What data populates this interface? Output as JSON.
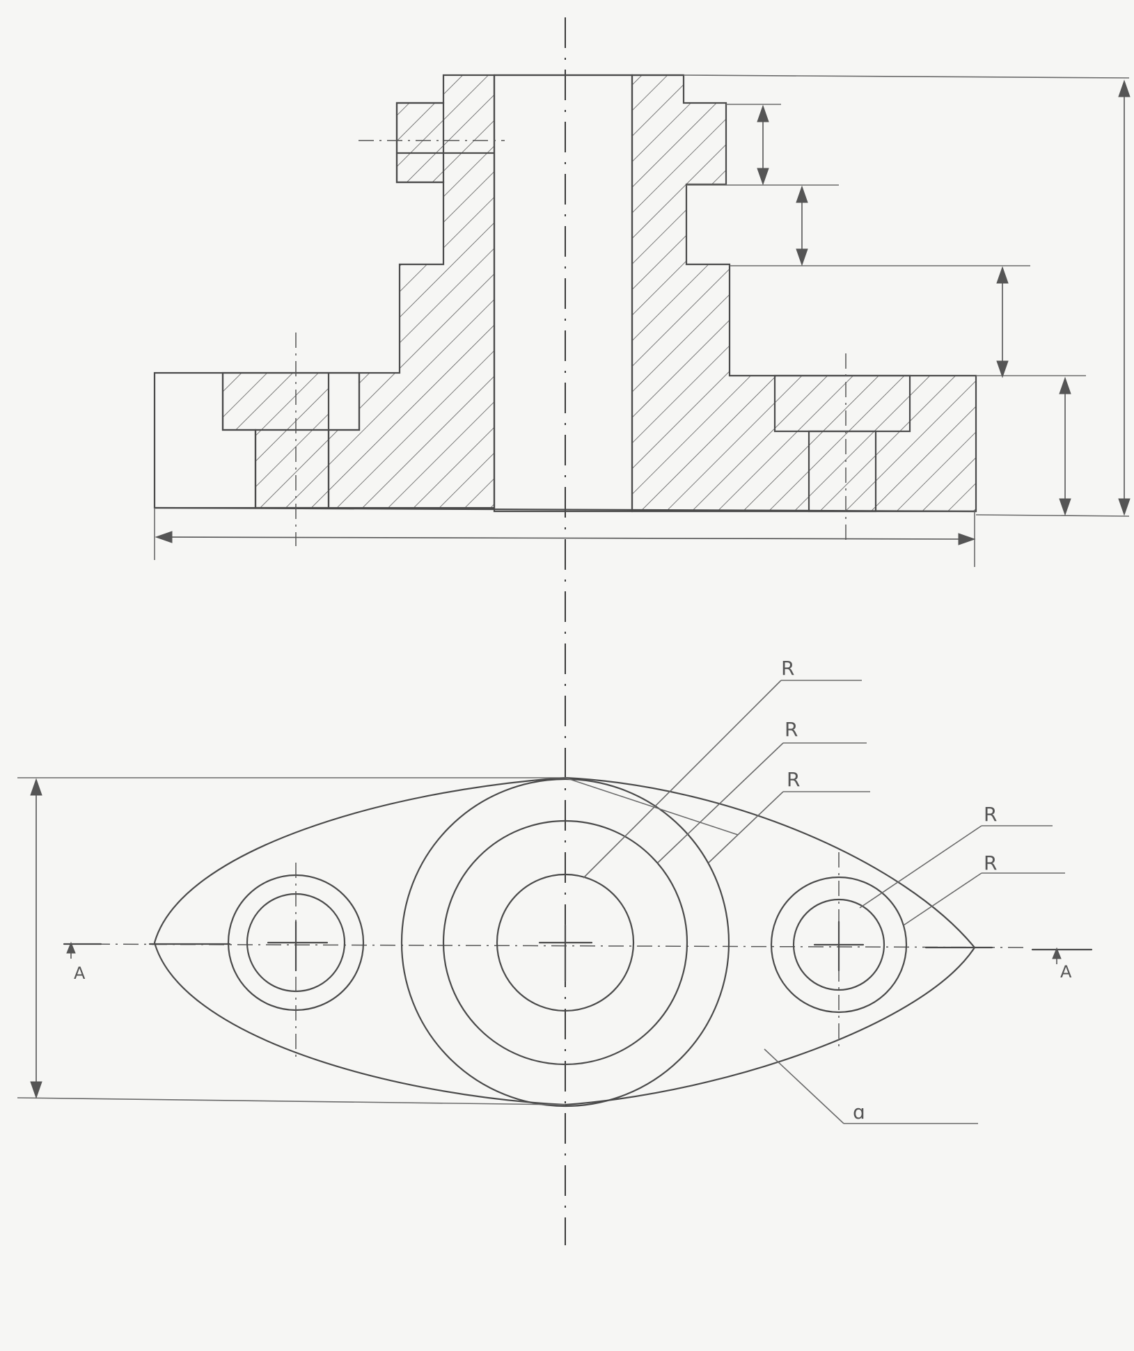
{
  "section_marks": [
    {
      "letter": "A"
    },
    {
      "letter": "A"
    }
  ],
  "radius_labels": [
    {
      "text": "R"
    },
    {
      "text": "R"
    },
    {
      "text": "R"
    },
    {
      "text": "R"
    },
    {
      "text": "R"
    }
  ],
  "angle_label": {
    "text": "ɑ"
  },
  "colors": {
    "paper": "#f6f6f4",
    "pencil": "#4a4a4a"
  }
}
